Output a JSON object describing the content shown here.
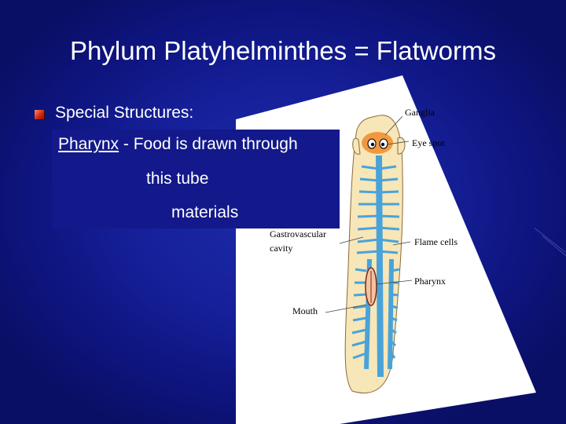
{
  "slide": {
    "title": "Phylum Platyhelminthes = Flatworms",
    "bullet": "Special Structures:",
    "pharynx_term": "Pharynx",
    "pharynx_desc": " - Food is drawn through",
    "line2": "this tube",
    "line3": "materials"
  },
  "diagram": {
    "labels": {
      "ganglia": "Ganglia",
      "eye_spot": "Eye spot",
      "gastro_1": "Gastrovascular",
      "gastro_2": "cavity",
      "flame_cells": "Flame cells",
      "pharynx": "Pharynx",
      "mouth": "Mouth"
    }
  },
  "colors": {
    "background": "#13198a",
    "title_text": "#ffffff",
    "bullet": "#d42a10",
    "worm_body": "#f7e6b8",
    "gut": "#4aa3d8",
    "ganglia": "#f08a2a"
  },
  "icons": [
    "bullet-square-icon"
  ]
}
